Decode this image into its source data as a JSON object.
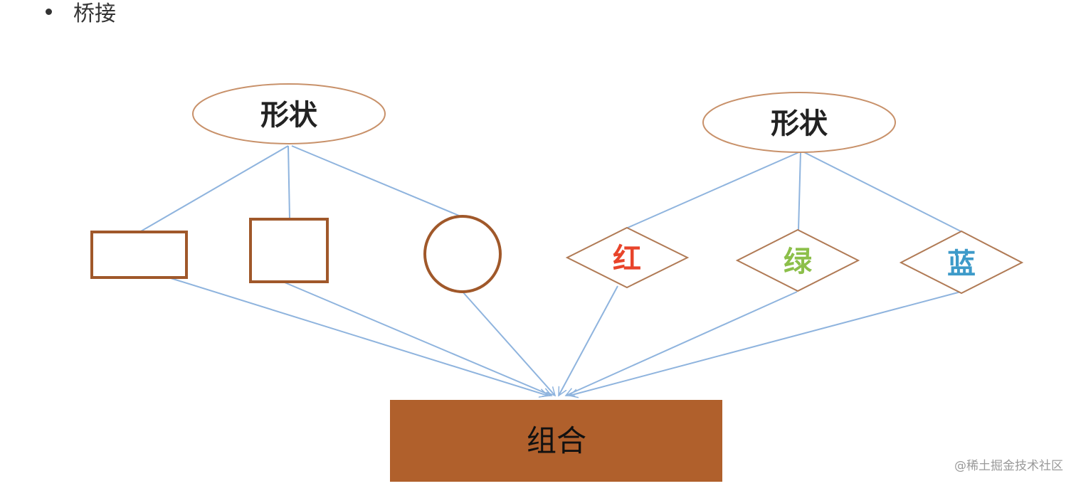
{
  "heading": "桥接",
  "left_root": "形状",
  "right_root": "形状",
  "colors": [
    {
      "label": "红",
      "color": "#e8442a"
    },
    {
      "label": "绿",
      "color": "#8cbf4a"
    },
    {
      "label": "蓝",
      "color": "#3d9ac9"
    }
  ],
  "result": "组合",
  "watermark": "@稀土掘金技术社区",
  "palette": {
    "shape_stroke": "#a0582a",
    "ellipse_stroke": "#c8916a",
    "line": "#8fb4de",
    "result_fill": "#b0602c"
  }
}
